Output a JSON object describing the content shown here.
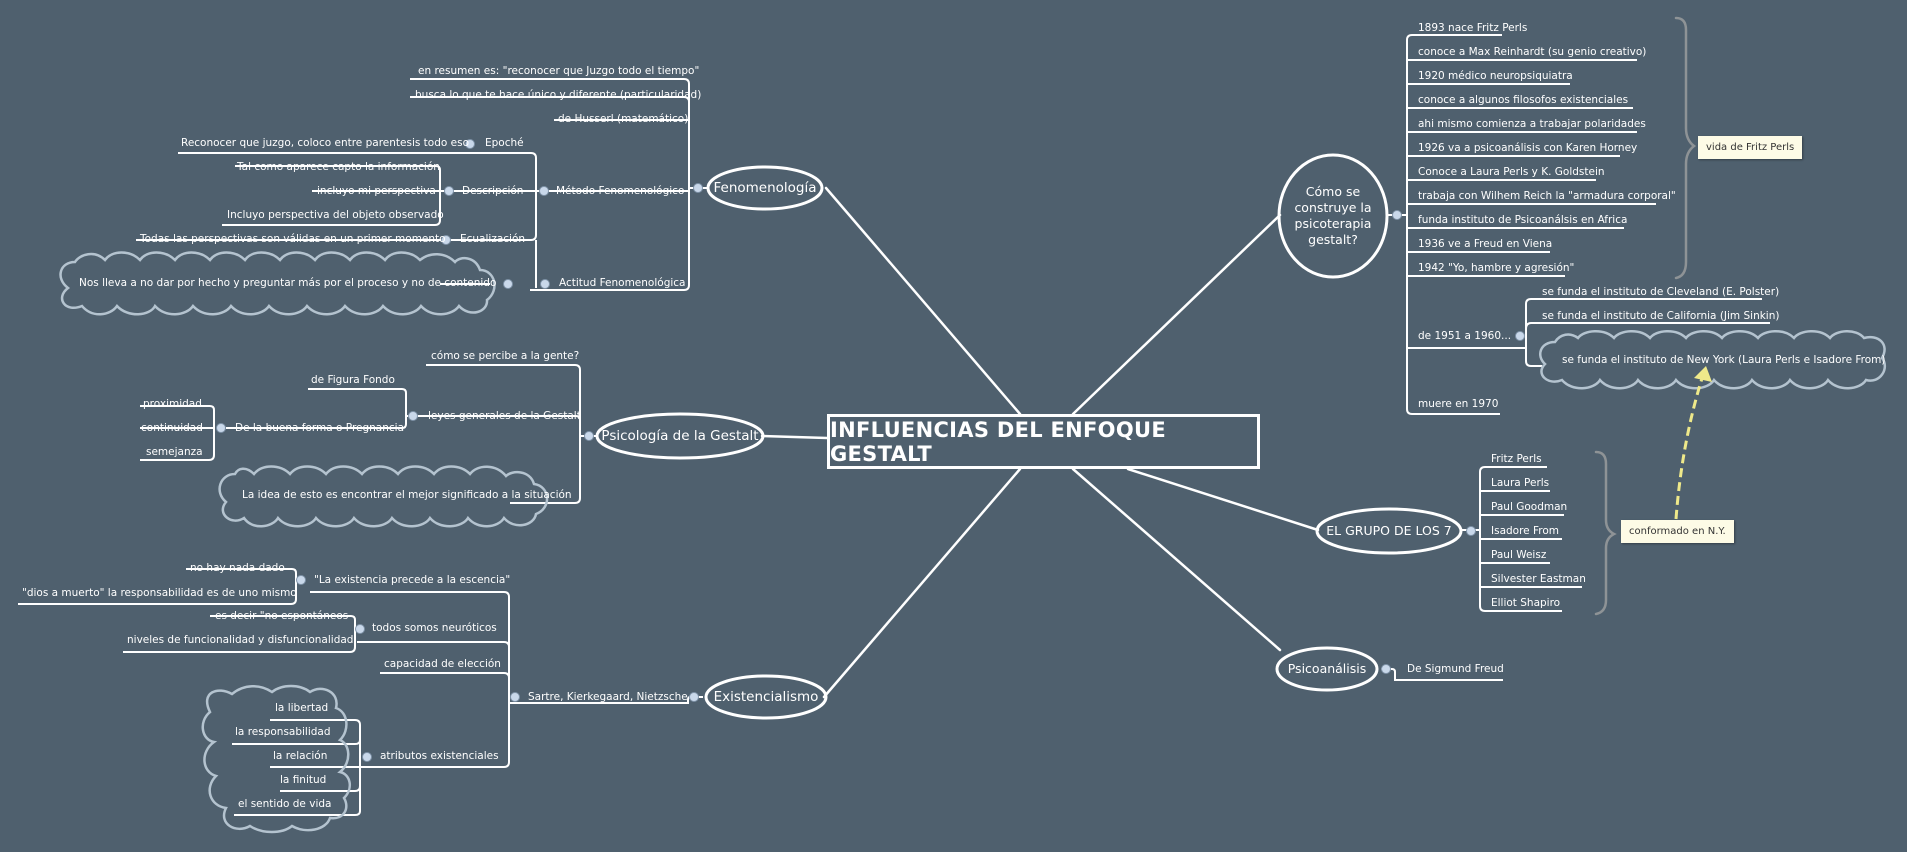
{
  "central": {
    "title": "INFLUENCIAS DEL ENFOQUE GESTALT"
  },
  "fenomenologia": {
    "label": "Fenomenología",
    "en_resumen": "en resumen es: \"reconocer que Juzgo todo el tiempo\"",
    "busca": "busca lo que te hace único y diferente (particularidad)",
    "husserl": "de Husserl (matemático)",
    "metodo": "Método Fenomenológico",
    "epoche": "Epoché",
    "epoche_detail": "Reconocer que juzgo, coloco entre parentesis todo eso",
    "descripcion": "Descripción",
    "descripcion_items": [
      "Tal como aparece capto la información",
      "incluyo mi perspectiva",
      "Incluyo perspectiva del objeto observado"
    ],
    "ecualizacion": "Ecualización",
    "ecualizacion_detail": "Todas las perspectivas son válidas en un primer momento",
    "actitud": "Actitud Fenomenológica",
    "actitud_detail": "Nos lleva a no dar por hecho y preguntar más por el proceso y no de contenido"
  },
  "psicologia": {
    "label": "Psicología de la Gestalt",
    "como": "cómo se percibe a la gente?",
    "leyes": "leyes generales de la Gestalt",
    "figura": "de Figura Fondo",
    "buena_forma": "De la buena forma o Pregnancia",
    "buena_forma_items": [
      "proximidad",
      "continuidad",
      "semejanza"
    ],
    "idea": "La idea de esto es encontrar el mejor significado a la situación"
  },
  "existencialismo": {
    "label": "Existencialismo",
    "autores": "Sartre, Kierkegaard, Nietzsche",
    "existencia": "\"La existencia precede a la escencia\"",
    "existencia_items": [
      "no hay nada dado",
      "\"dios a muerto\" la responsabilidad es de uno mismo"
    ],
    "neuroticos": "todos somos neuróticos",
    "neuroticos_items": [
      "es decir \"no espontáneos",
      "niveles de funcionalidad y disfuncionalidad"
    ],
    "eleccion": "capacidad de elección",
    "atributos": "atributos existenciales",
    "atributos_items": [
      "la libertad",
      "la responsabilidad",
      "la relación",
      "la finitud",
      "el sentido de vida"
    ]
  },
  "psicoterapia": {
    "label": "Cómo se construye la psicoterapia gestalt?",
    "items": [
      "1893 nace Fritz Perls",
      "conoce  a Max Reinhardt (su genio creativo)",
      "1920 médico neuropsiquiatra",
      "conoce a algunos filosofos existenciales",
      "ahi mismo comienza a trabajar polaridades",
      "1926 va a psicoanálisis con Karen Horney",
      "Conoce a Laura Perls y K. Goldstein",
      "trabaja con Wilhem Reich la \"armadura corporal\"",
      "funda instituto de Psicoanálsis en Africa",
      "1936 ve a Freud en Viena",
      "1942 \"Yo, hambre y agresión\""
    ],
    "decada": "de 1951 a 1960...",
    "decada_items": [
      "se funda el instituto de Cleveland (E. Polster)",
      "se funda el instituto de California (Jim Sinkin)",
      "se funda el instituto de New York (Laura Perls e Isadore From)"
    ],
    "muere": "muere en 1970",
    "note": "vida de Fritz Perls"
  },
  "grupo": {
    "label": "EL GRUPO DE LOS 7",
    "members": [
      "Fritz Perls",
      "Laura Perls",
      "Paul Goodman",
      "Isadore From",
      "Paul Weisz",
      "Silvester Eastman",
      "Elliot Shapiro"
    ],
    "note": "conformado en N.Y."
  },
  "psicoanalisis": {
    "label": "Psicoanálisis",
    "detail": "De Sigmund Freud"
  },
  "colors": {
    "background": "#4f606e",
    "line": "#ffffff",
    "cloud": "#b4c3cf",
    "brace": "#8e9396",
    "arrow": "#efe98a",
    "bullet": "#c9d8ea",
    "note": "#fdfbe6"
  }
}
